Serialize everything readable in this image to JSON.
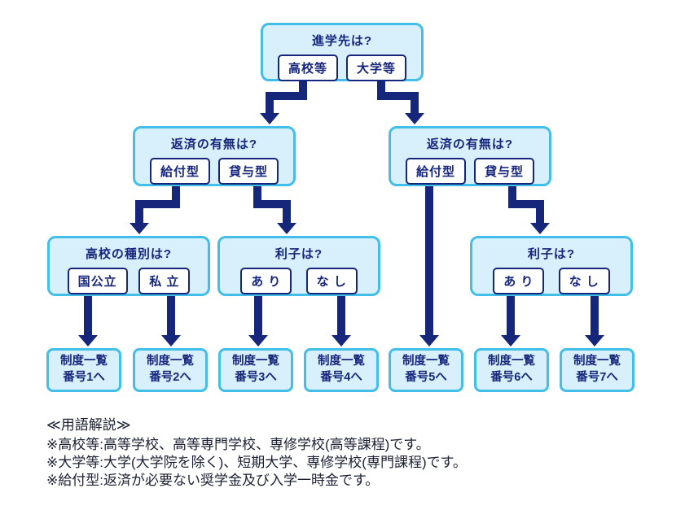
{
  "flowchart": {
    "root": {
      "question": "進学先は?",
      "options": [
        "高校等",
        "大学等"
      ]
    },
    "repay_left": {
      "question": "返済の有無は?",
      "options": [
        "給付型",
        "貸与型"
      ]
    },
    "repay_right": {
      "question": "返済の有無は?",
      "options": [
        "給付型",
        "貸与型"
      ]
    },
    "school_kind": {
      "question": "高校の種別は?",
      "options": [
        "国公立",
        "私 立"
      ]
    },
    "interest_left": {
      "question": "利子は?",
      "options": [
        "あ り",
        "な し"
      ]
    },
    "interest_right": {
      "question": "利子は?",
      "options": [
        "あ り",
        "な し"
      ]
    },
    "leaves": [
      {
        "line1": "制度一覧",
        "line2": "番号1へ"
      },
      {
        "line1": "制度一覧",
        "line2": "番号2へ"
      },
      {
        "line1": "制度一覧",
        "line2": "番号3へ"
      },
      {
        "line1": "制度一覧",
        "line2": "番号4へ"
      },
      {
        "line1": "制度一覧",
        "line2": "番号5へ"
      },
      {
        "line1": "制度一覧",
        "line2": "番号6へ"
      },
      {
        "line1": "制度一覧",
        "line2": "番号7へ"
      }
    ]
  },
  "glossary": {
    "heading": "≪用語解説≫",
    "notes": [
      "※高校等:高等学校、高等専門学校、専修学校(高等課程)です。",
      "※大学等:大学(大学院を除く)、短期大学、専修学校(専門課程)です。",
      "※給付型:返済が必要ない奨学金及び入学一時金です。"
    ]
  },
  "colors": {
    "navy": "#16277b",
    "cyan_border": "#41bfe9",
    "box_fill": "#d7f0fb",
    "footer_text": "#1b2133",
    "background": "#ffffff"
  }
}
